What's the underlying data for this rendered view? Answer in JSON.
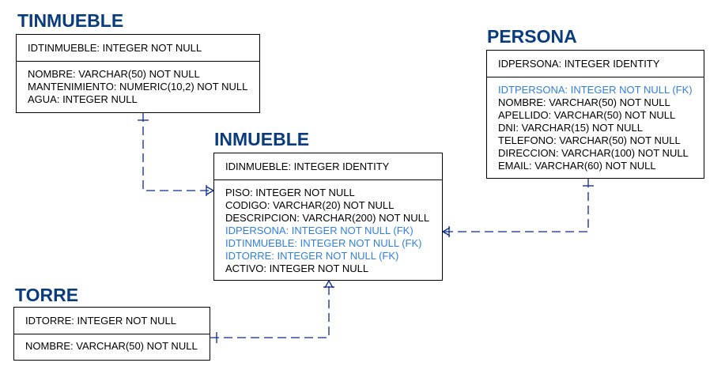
{
  "colors": {
    "title": "#0a3c7d",
    "foreign_key": "#2f7fe0",
    "line": "#0a2a8c"
  },
  "entities": {
    "tinmueble": {
      "title": "TINMUEBLE",
      "pk": "IDTINMUEBLE: INTEGER NOT NULL",
      "attributes": [
        {
          "text": "NOMBRE: VARCHAR(50) NOT NULL",
          "fk": false
        },
        {
          "text": "MANTENIMIENTO: NUMERIC(10,2) NOT NULL",
          "fk": false
        },
        {
          "text": "AGUA: INTEGER NULL",
          "fk": false
        }
      ]
    },
    "persona": {
      "title": "PERSONA",
      "pk": "IDPERSONA: INTEGER IDENTITY",
      "attributes": [
        {
          "text": "IDTPERSONA: INTEGER NOT NULL (FK)",
          "fk": true
        },
        {
          "text": "NOMBRE: VARCHAR(50) NOT NULL",
          "fk": false
        },
        {
          "text": "APELLIDO: VARCHAR(50) NOT NULL",
          "fk": false
        },
        {
          "text": "DNI: VARCHAR(15) NOT NULL",
          "fk": false
        },
        {
          "text": "TELEFONO: VARCHAR(50) NOT NULL",
          "fk": false
        },
        {
          "text": "DIRECCION: VARCHAR(100) NOT NULL",
          "fk": false
        },
        {
          "text": "EMAIL: VARCHAR(60) NOT NULL",
          "fk": false
        }
      ]
    },
    "inmueble": {
      "title": "INMUEBLE",
      "pk": "IDINMUEBLE: INTEGER IDENTITY",
      "attributes": [
        {
          "text": "PISO: INTEGER NOT NULL",
          "fk": false
        },
        {
          "text": "CODIGO: VARCHAR(20) NOT NULL",
          "fk": false
        },
        {
          "text": "DESCRIPCION: VARCHAR(200) NOT NULL",
          "fk": false
        },
        {
          "text": "IDPERSONA: INTEGER NOT NULL (FK)",
          "fk": true
        },
        {
          "text": "IDTINMUEBLE: INTEGER NOT NULL (FK)",
          "fk": true
        },
        {
          "text": "IDTORRE: INTEGER NOT NULL (FK)",
          "fk": true
        },
        {
          "text": "ACTIVO: INTEGER NOT NULL",
          "fk": false
        }
      ]
    },
    "torre": {
      "title": "TORRE",
      "pk": "IDTORRE: INTEGER NOT NULL",
      "attributes": [
        {
          "text": "NOMBRE: VARCHAR(50) NOT NULL",
          "fk": false
        }
      ]
    }
  },
  "relationships": [
    {
      "from": "tinmueble",
      "to": "inmueble"
    },
    {
      "from": "persona",
      "to": "inmueble"
    },
    {
      "from": "torre",
      "to": "inmueble"
    }
  ]
}
